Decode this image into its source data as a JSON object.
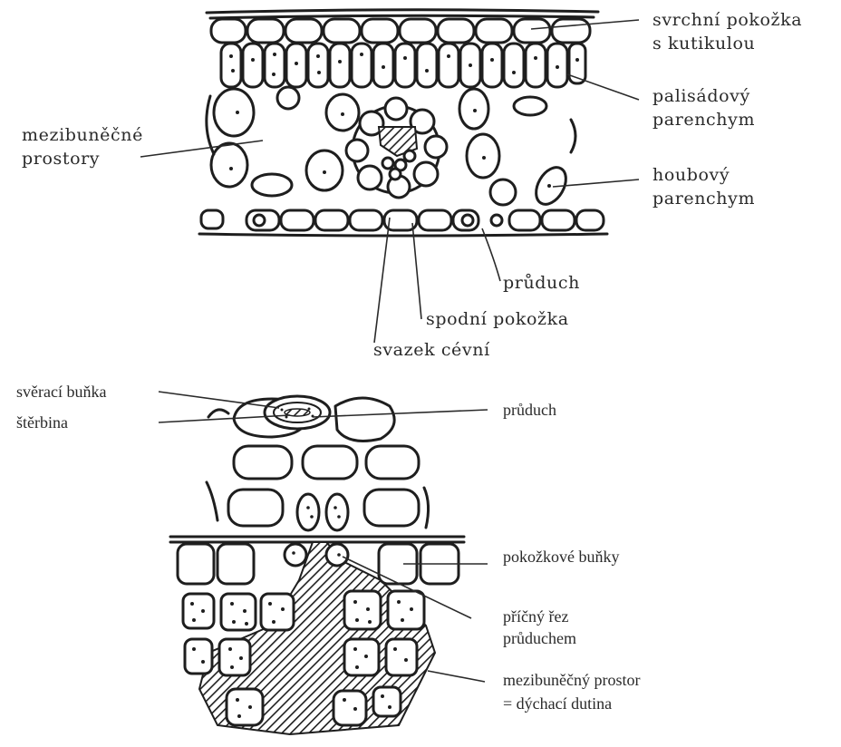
{
  "top_diagram": {
    "labels": {
      "upper_epidermis": [
        "svrchní pokožka",
        "s kutikulou"
      ],
      "palisade": [
        "palisádový",
        "parenchym"
      ],
      "spongy": [
        "houbový",
        "parenchym"
      ],
      "intercellular": [
        "mezibuněčné",
        "prostory"
      ],
      "stoma": "průduch",
      "lower_epidermis": "spodní pokožka",
      "vascular_bundle": "svazek cévní"
    }
  },
  "bottom_diagram": {
    "labels": {
      "guard_cell": "svěrací buňka",
      "slit": "štěrbina",
      "stoma": "průduch",
      "epidermal_cells": "pokožkové buňky",
      "cross_section": [
        "příčný řez",
        "průduchem"
      ],
      "air_space": [
        "mezibuněčný prostor",
        "= dýchací dutina"
      ]
    }
  }
}
